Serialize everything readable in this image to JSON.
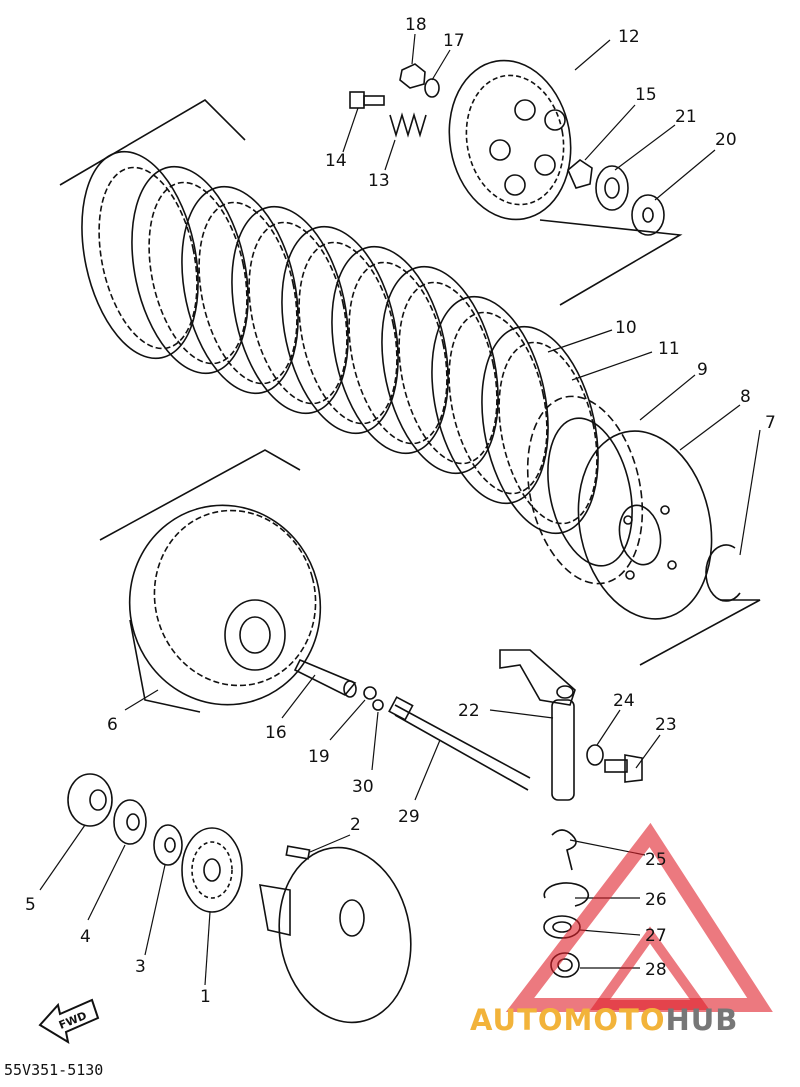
{
  "diagram": {
    "code": "55V351-5130",
    "fwd_label": "FWD",
    "callouts": [
      "1",
      "2",
      "3",
      "4",
      "5",
      "6",
      "7",
      "8",
      "9",
      "10",
      "11",
      "12",
      "13",
      "14",
      "15",
      "16",
      "17",
      "18",
      "19",
      "20",
      "21",
      "22",
      "23",
      "24",
      "25",
      "26",
      "27",
      "28",
      "29",
      "30"
    ]
  },
  "watermark": {
    "part1": "AUTOMOTO",
    "part2": "HUB",
    "color_primary": "#f2b33a",
    "color_secondary": "#777777",
    "logo_color": "#e0202a"
  }
}
